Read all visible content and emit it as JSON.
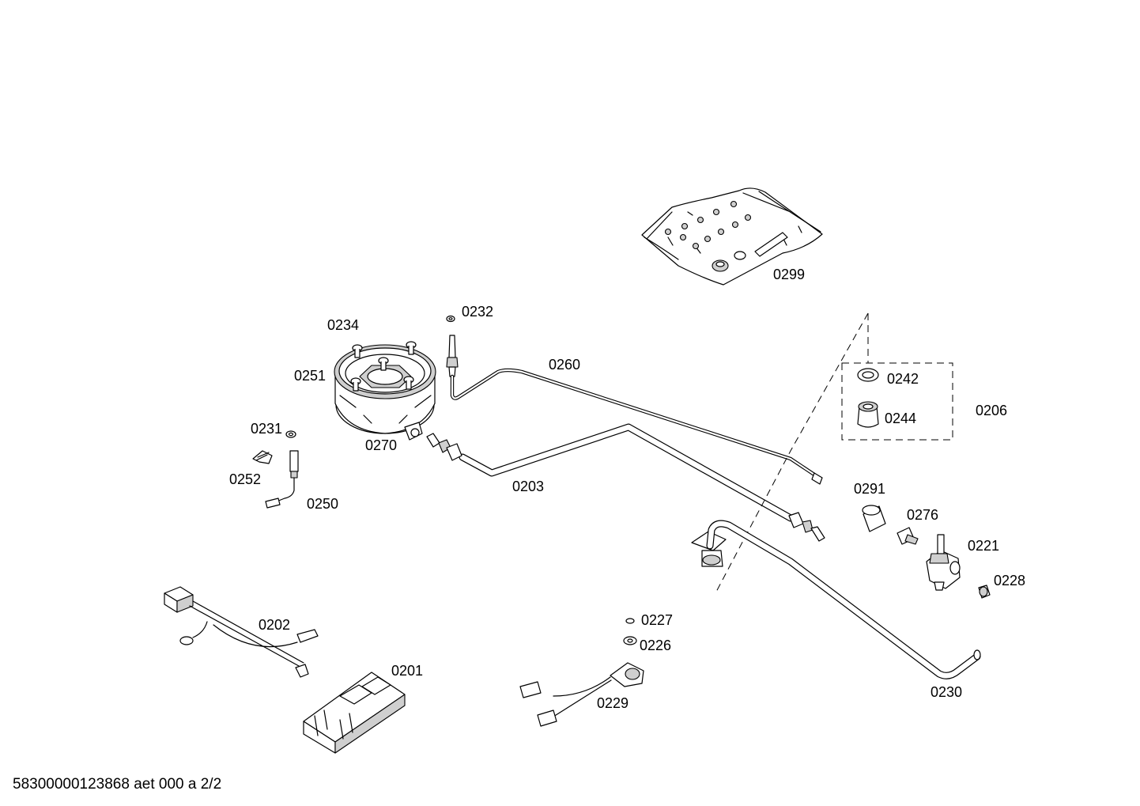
{
  "drawing": {
    "footer_id": "58300000123868 aet 000 a 2/2",
    "parts": [
      {
        "id": "p0299",
        "label": "0299"
      },
      {
        "id": "p0232",
        "label": "0232"
      },
      {
        "id": "p0234",
        "label": "0234"
      },
      {
        "id": "p0251",
        "label": "0251"
      },
      {
        "id": "p0260",
        "label": "0260"
      },
      {
        "id": "p0242",
        "label": "0242"
      },
      {
        "id": "p0244",
        "label": "0244"
      },
      {
        "id": "p0206",
        "label": "0206"
      },
      {
        "id": "p0231",
        "label": "0231"
      },
      {
        "id": "p0270",
        "label": "0270"
      },
      {
        "id": "p0252",
        "label": "0252"
      },
      {
        "id": "p0203",
        "label": "0203"
      },
      {
        "id": "p0250",
        "label": "0250"
      },
      {
        "id": "p0291",
        "label": "0291"
      },
      {
        "id": "p0276",
        "label": "0276"
      },
      {
        "id": "p0221",
        "label": "0221"
      },
      {
        "id": "p0228",
        "label": "0228"
      },
      {
        "id": "p0227",
        "label": "0227"
      },
      {
        "id": "p0202",
        "label": "0202"
      },
      {
        "id": "p0226",
        "label": "0226"
      },
      {
        "id": "p0201",
        "label": "0201"
      },
      {
        "id": "p0230",
        "label": "0230"
      },
      {
        "id": "p0229",
        "label": "0229"
      }
    ]
  }
}
